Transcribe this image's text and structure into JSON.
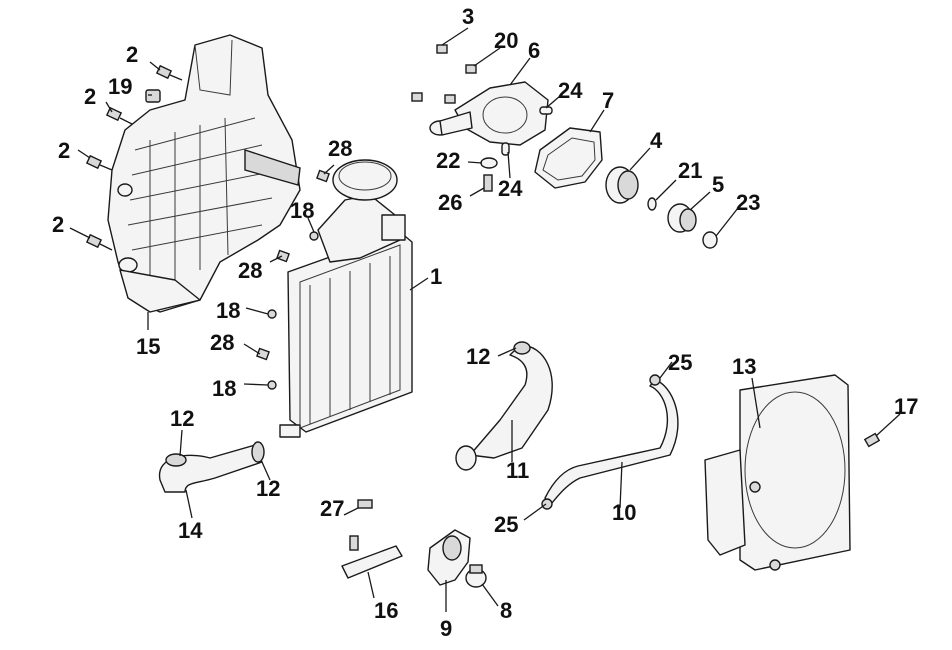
{
  "callouts": {
    "c1": "1",
    "c2a": "2",
    "c2b": "2",
    "c2c": "2",
    "c2d": "2",
    "c3": "3",
    "c4": "4",
    "c5": "5",
    "c6": "6",
    "c7": "7",
    "c8": "8",
    "c9": "9",
    "c10": "10",
    "c11": "11",
    "c12a": "12",
    "c12b": "12",
    "c12c": "12",
    "c13": "13",
    "c14": "14",
    "c15": "15",
    "c16": "16",
    "c17": "17",
    "c18a": "18",
    "c18b": "18",
    "c18c": "18",
    "c19": "19",
    "c20": "20",
    "c21": "21",
    "c22": "22",
    "c23": "23",
    "c24a": "24",
    "c24b": "24",
    "c25a": "25",
    "c25b": "25",
    "c26": "26",
    "c27": "27",
    "c28a": "28",
    "c28b": "28",
    "c28c": "28"
  }
}
